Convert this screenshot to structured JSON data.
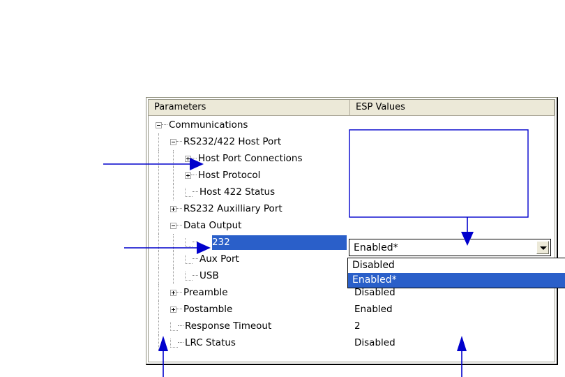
{
  "window": {
    "columns": [
      {
        "key": "parameters",
        "label": "Parameters"
      },
      {
        "key": "esp_values",
        "label": "ESP Values"
      }
    ]
  },
  "tree": {
    "rows": [
      {
        "label": "Communications",
        "depth": 0,
        "expander": "minus",
        "selected": false,
        "value": ""
      },
      {
        "label": "RS232/422 Host Port",
        "depth": 1,
        "expander": "minus",
        "selected": false,
        "value": ""
      },
      {
        "label": "Host Port Connections",
        "depth": 2,
        "expander": "plus",
        "selected": false,
        "value": ""
      },
      {
        "label": "Host Protocol",
        "depth": 2,
        "expander": "plus",
        "selected": false,
        "value": ""
      },
      {
        "label": "Host 422 Status",
        "depth": 2,
        "expander": "leaf",
        "selected": false,
        "value": ""
      },
      {
        "label": "RS232 Auxilliary Port",
        "depth": 1,
        "expander": "plus",
        "selected": false,
        "value": ""
      },
      {
        "label": "Data Output",
        "depth": 1,
        "expander": "minus",
        "selected": false,
        "value": ""
      },
      {
        "label": "RS232",
        "depth": 2,
        "expander": "leaf",
        "selected": true,
        "value": ""
      },
      {
        "label": "Aux Port",
        "depth": 2,
        "expander": "leaf",
        "selected": false,
        "value": ""
      },
      {
        "label": "USB",
        "depth": 2,
        "expander": "leaf",
        "selected": false,
        "value": ""
      },
      {
        "label": "Preamble",
        "depth": 1,
        "expander": "plus",
        "selected": false,
        "value": "Disabled"
      },
      {
        "label": "Postamble",
        "depth": 1,
        "expander": "plus",
        "selected": false,
        "value": "Enabled"
      },
      {
        "label": "Response Timeout",
        "depth": 1,
        "expander": "leaf",
        "selected": false,
        "value": "2"
      },
      {
        "label": "LRC Status",
        "depth": 1,
        "expander": "leaf",
        "selected": false,
        "value": "Disabled"
      }
    ]
  },
  "combo": {
    "value": "Enabled*",
    "options": [
      {
        "label": "Disabled",
        "selected": false
      },
      {
        "label": "Enabled*",
        "selected": true
      }
    ]
  },
  "colors": {
    "selection_blue": "#2a5fc9",
    "annotation_blue": "#0000cc",
    "window_chrome": "#ece9d8"
  }
}
